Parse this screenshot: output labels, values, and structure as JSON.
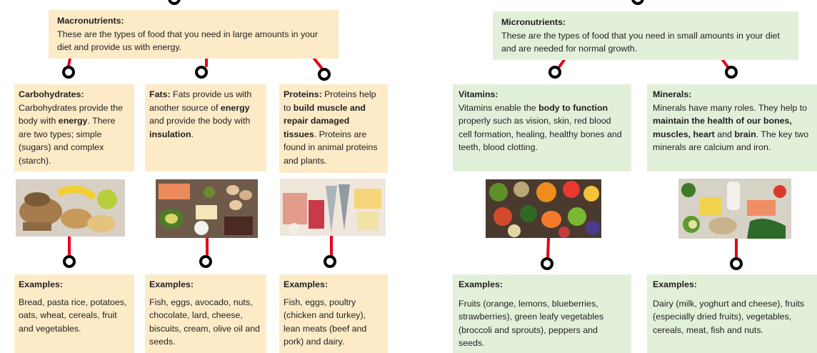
{
  "macro": {
    "title": "Macronutrients:",
    "text": "These are the types of food that you need in large amounts in your diet and provide us with energy."
  },
  "micro": {
    "title": "Micronutrients:",
    "text": "These are the types of food that you need in small amounts in your diet and are needed for normal growth."
  },
  "carbs": {
    "title": "Carbohydrates:",
    "t1": "Carbohydrates provide the body with ",
    "b1": "energy",
    "t2": ". There are two types; simple (sugars) and complex (starch).",
    "ex_title": "Examples:",
    "ex_text": "Bread, pasta rice, potatoes, oats, wheat, cereals, fruit and vegetables."
  },
  "fats": {
    "title": "Fats:",
    "t1": " Fats provide us with another source of ",
    "b1": "energy",
    "t2": " and provide the body with ",
    "b2": "insulation",
    "t3": ".",
    "ex_title": "Examples:",
    "ex_text": "Fish, eggs, avocado, nuts, chocolate, lard, cheese, biscuits, cream, olive oil and seeds."
  },
  "proteins": {
    "title": "Proteins:",
    "t1": " Proteins help to ",
    "b1": "build muscle and repair damaged tissues",
    "t2": ". Proteins are found in animal proteins and plants.",
    "ex_title": "Examples:",
    "ex_text": "Fish, eggs, poultry (chicken and turkey), lean meats (beef and pork) and dairy."
  },
  "vitamins": {
    "title": "Vitamins:",
    "t1": "Vitamins enable the ",
    "b1": "body to function",
    "t2": " properly such as vision, skin, red blood cell formation, healing, healthy bones and teeth, blood clotting.",
    "ex_title": "Examples:",
    "ex_text": "Fruits (orange, lemons, blueberries, strawberries), green leafy vegetables (broccoli and sprouts), peppers and seeds."
  },
  "minerals": {
    "title": "Minerals:",
    "t1": "Minerals have many roles. They help to ",
    "b1": "maintain the health of our bones, muscles, heart",
    "t2": " and ",
    "b2": "brain",
    "t3": ". The key two minerals are calcium and iron.",
    "ex_title": "Examples:",
    "ex_text": "Dairy (milk, yoghurt and cheese), fruits (especially dried fruits), vegetables, cereals, meat, fish and nuts."
  },
  "colors": {
    "macro_fill": "#fdebc8",
    "micro_fill": "#e2f0d9",
    "connector": "#e4001b",
    "node_outline": "#000000"
  },
  "images": {
    "carbs": "bread-pasta-fruit-photo",
    "fats": "fish-avocado-eggs-nuts-photo",
    "proteins": "meat-fish-cheese-photo",
    "vitamins": "fruit-vegetable-bowls-photo",
    "minerals": "dairy-salmon-vegetables-photo"
  }
}
